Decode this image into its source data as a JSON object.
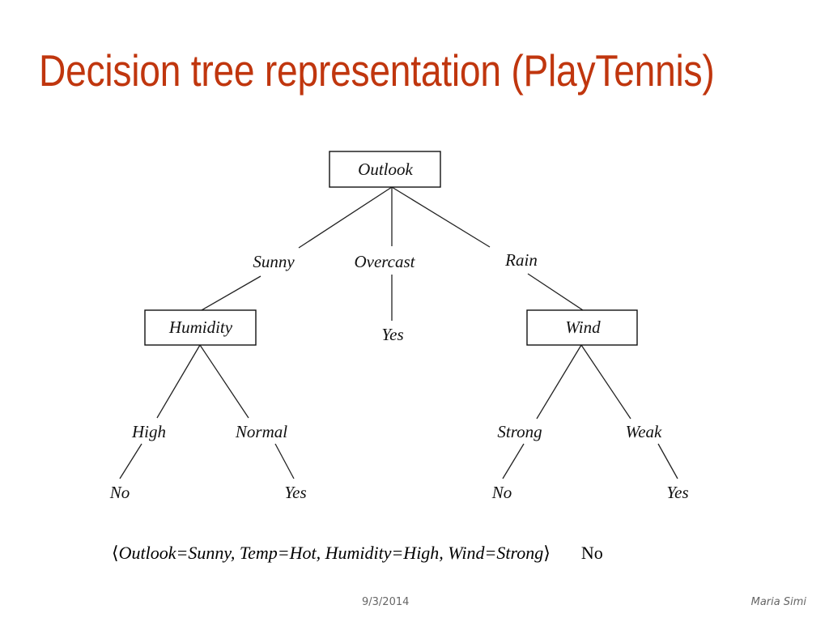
{
  "title": "Decision tree representation (PlayTennis)",
  "tree": {
    "root": "Outlook",
    "branches": {
      "sunny": "Sunny",
      "overcast": "Overcast",
      "rain": "Rain"
    },
    "nodes": {
      "humidity": "Humidity",
      "wind": "Wind"
    },
    "humidity_branches": {
      "high": "High",
      "normal": "Normal"
    },
    "wind_branches": {
      "strong": "Strong",
      "weak": "Weak"
    },
    "leaves": {
      "sunny_high": "No",
      "sunny_normal": "Yes",
      "overcast": "Yes",
      "rain_strong": "No",
      "rain_weak": "Yes"
    }
  },
  "example": {
    "open_angle": "⟨",
    "tuple": "Outlook=Sunny, Temp=Hot, Humidity=High, Wind=Strong",
    "close_angle": "⟩",
    "result": "No"
  },
  "footer": {
    "date": "9/3/2014",
    "author": "Maria Simi"
  }
}
